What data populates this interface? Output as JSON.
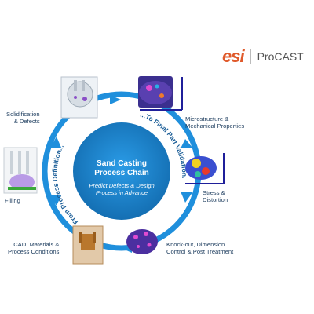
{
  "brand": {
    "logo_text": "esi",
    "product": "ProCAST",
    "logo_color": "#e05a2b"
  },
  "center": {
    "title_line1": "Sand Casting",
    "title_line2": "Process Chain",
    "subtitle_line1": "Predict Defects & Design",
    "subtitle_line2": "Process in Advance",
    "arc_left": "From Process Definition...",
    "arc_right": "...To Final Part Validation."
  },
  "steps": [
    {
      "line1": "Solidification",
      "line2": "& Defects"
    },
    {
      "line1": "Microstructure &",
      "line2": "Mechanical Properties"
    },
    {
      "line1": "Stress &",
      "line2": "Distortion"
    },
    {
      "line1": "Knock-out, Dimension",
      "line2": "Control & Post Treatment"
    },
    {
      "line1": "CAD, Materials &",
      "line2": "Process Conditions"
    },
    {
      "line1": "Filling",
      "line2": ""
    }
  ],
  "colors": {
    "ring": "#1f8fdc",
    "center_fill": "#1a86cf",
    "label_text": "#1a3a5c"
  }
}
